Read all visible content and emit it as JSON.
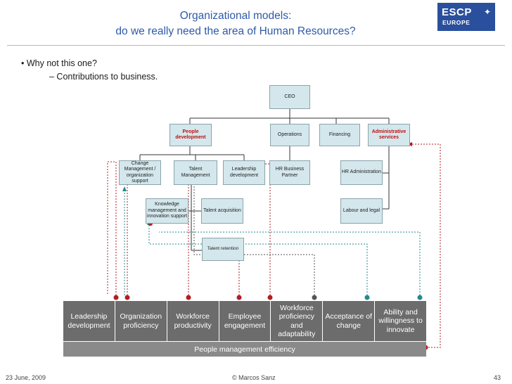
{
  "slide": {
    "title_line1": "Organizational models:",
    "title_line2": "do we really need the area of Human Resources?",
    "bullet1": "•   Why not this one?",
    "bullet2": "– Contributions to business.",
    "footer_date": "23 June, 2009",
    "footer_author": "© Marcos Sanz",
    "footer_page": "43"
  },
  "logo": {
    "line1": "ESCP",
    "line2": "EUROPE"
  },
  "org": {
    "ceo": "CEO",
    "people_development": "People development",
    "operations": "Operations",
    "financing": "Financing",
    "administrative_services": "Administrative services",
    "change_management": "Change Management / organization support",
    "talent_management": "Talent Management",
    "leadership_development": "Leadership development",
    "hr_business_partner": "HR Business Partner",
    "hr_administration": "HR Administration",
    "knowledge_management": "Knowledge management and innovation support",
    "talent_acquisition": "Talent acquisition",
    "labour_legal": "Labour and legal",
    "talent_retention": "Talent retention"
  },
  "outcomes": [
    "Leadership development",
    "Organization proficiency",
    "Workforce productivity",
    "Employee engagement",
    "Workforce proficiency and adaptability",
    "Acceptance of change",
    "Ability and willingness to innovate"
  ],
  "efficiency_label": "People management efficiency",
  "colors": {
    "title": "#2e5aa8",
    "box_fill": "#d4e7ec",
    "box_border": "#8aa4ab",
    "highlight_text": "#c01010",
    "dot_red": "#b01e24",
    "dot_teal": "#238a8e",
    "dot_gray": "#555555",
    "bar_dark": "#6c6c6c",
    "bar_light": "#8a8a8a",
    "logo_bg": "#2a4f9c"
  }
}
